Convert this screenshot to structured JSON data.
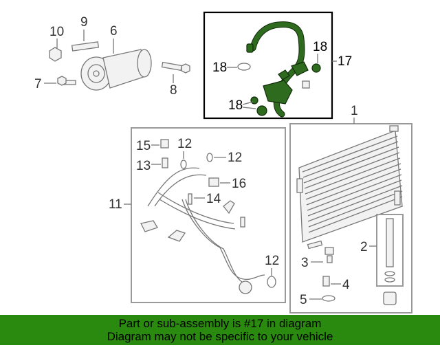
{
  "callouts": {
    "c1": "1",
    "c2": "2",
    "c3": "3",
    "c4": "4",
    "c5": "5",
    "c6": "6",
    "c7": "7",
    "c8": "8",
    "c9": "9",
    "c10": "10",
    "c11": "11",
    "c12a": "12",
    "c12b": "12",
    "c12c": "12",
    "c13": "13",
    "c14": "14",
    "c15": "15",
    "c16": "16",
    "c17": "17",
    "c18a": "18",
    "c18b": "18",
    "c18c": "18"
  },
  "colors": {
    "highlight_part": "#2e6b1f",
    "banner": "#2a8a10"
  },
  "banner": {
    "line1": "Part or sub-assembly is #17 in diagram",
    "line2": "Diagram may not be specific to your vehicle"
  }
}
